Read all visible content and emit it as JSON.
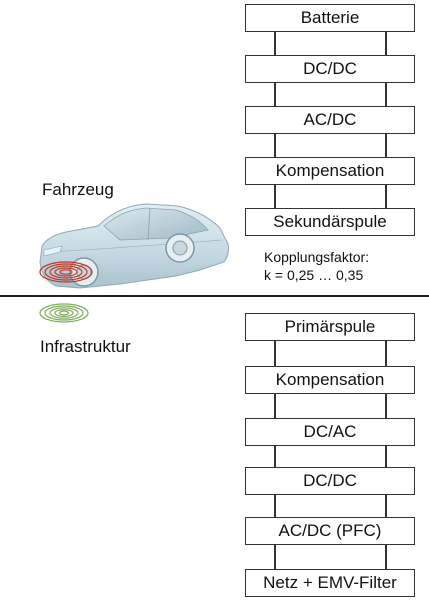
{
  "vehicle": {
    "label": "Fahrzeug",
    "blocks": [
      "Batterie",
      "DC/DC",
      "AC/DC",
      "Kompensation",
      "Sekundärspule"
    ]
  },
  "coupling": {
    "line1": "Kopplungsfaktor:",
    "line2": "k = 0,25 … 0,35"
  },
  "infrastructure": {
    "label": "Infrastruktur",
    "blocks": [
      "Primärspule",
      "Kompensation",
      "DC/AC",
      "DC/DC",
      "AC/DC (PFC)",
      "Netz + EMV-Filter"
    ]
  },
  "colors": {
    "car_body": "#c9dde6",
    "secondary_coil": "#c0392b",
    "primary_coil": "#7fae5a",
    "frame": "#333333"
  }
}
